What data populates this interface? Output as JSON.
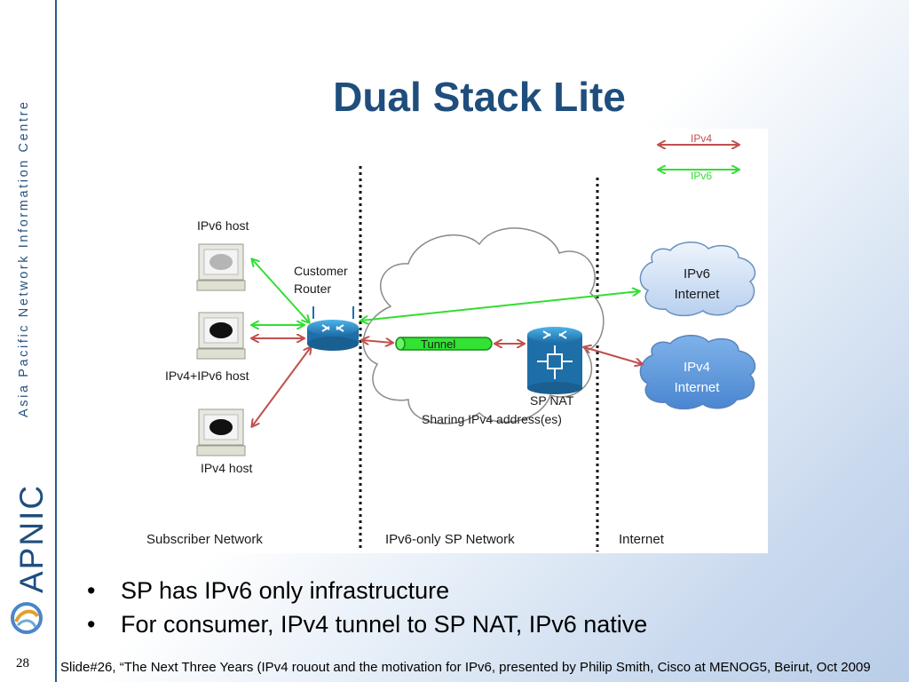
{
  "sidebar": {
    "org_name": "Asia Pacific Network Information Centre",
    "brand": "APNIC",
    "page_number": "28"
  },
  "title": "Dual Stack Lite",
  "diagram": {
    "legend": {
      "ipv4": "IPv4",
      "ipv6": "IPv6",
      "ipv4_color": "#c0504d",
      "ipv6_color": "#33dd33"
    },
    "hosts": {
      "ipv6_host": "IPv6 host",
      "dual_host": "IPv4+IPv6 host",
      "ipv4_host": "IPv4 host"
    },
    "router_label_line1": "Customer",
    "router_label_line2": "Router",
    "tunnel": "Tunnel",
    "sp_nat": "SP NAT",
    "sp_nat_sub": "Sharing IPv4 address(es)",
    "clouds": {
      "ipv6_line1": "IPv6",
      "ipv6_line2": "Internet",
      "ipv4_line1": "IPv4",
      "ipv4_line2": "Internet"
    },
    "zones": {
      "subscriber": "Subscriber Network",
      "sp": "IPv6-only SP Network",
      "internet": "Internet"
    }
  },
  "bullets": [
    "SP has IPv6 only infrastructure",
    "For consumer, IPv4 tunnel to SP NAT, IPv6 native"
  ],
  "footer": "Slide#26, “The Next Three Years (IPv4 rouout and the motivation for IPv6, presented by Philip Smith, Cisco at MENOG5, Beirut, Oct 2009"
}
